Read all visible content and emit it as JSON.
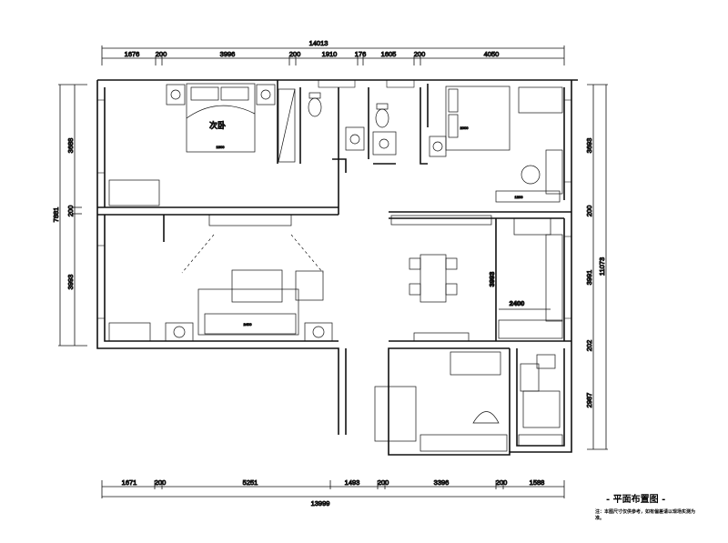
{
  "title": "- 平面布置图 -",
  "note": "注：本图尺寸仅供参考，如有偏差请以现场实测为准。",
  "room_labels": {
    "second_bedroom": "次卧"
  },
  "dimensions": {
    "top_total": "14013",
    "top": [
      "1676",
      "200",
      "3996",
      "200",
      "1910",
      "176",
      "1605",
      "200",
      "4050"
    ],
    "bottom_total": "13999",
    "bottom": [
      "1671",
      "200",
      "5251",
      "1493",
      "200",
      "3396",
      "200",
      "1588"
    ],
    "left_total": "7881",
    "left": [
      "3688",
      "200",
      "3993"
    ],
    "right_total": "11073",
    "right": [
      "3693",
      "200",
      "3991",
      "202",
      "2987"
    ],
    "interior": {
      "dining_height": "3993",
      "kitchen_width": "2400",
      "bed_width": "1800",
      "bed_length": "2000",
      "sofa": "2400",
      "cabinet": "1200"
    }
  }
}
